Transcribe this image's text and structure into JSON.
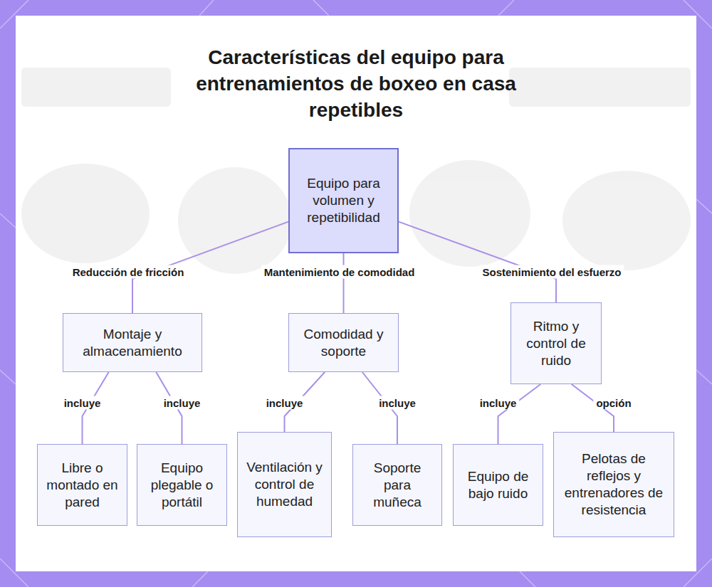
{
  "diagram": {
    "title": "Características del equipo para entrenamientos de boxeo en casa repetibles",
    "nodes": [
      {
        "text": [
          "Equipo para volumen y repetibilidad"
        ]
      },
      {
        "text": [
          "Montaje y almacenamiento"
        ]
      },
      {
        "text": [
          "Comodidad y soporte"
        ]
      },
      {
        "text": [
          "Ritmo y control de ruido"
        ]
      },
      {
        "text": [
          "Libre o montado en pared"
        ]
      },
      {
        "text": [
          "Equipo plegable o portátil"
        ]
      },
      {
        "text": [
          "Ventilación y control de humedad"
        ]
      },
      {
        "text": [
          "Soporte para muñeca"
        ]
      },
      {
        "text": [
          "Equipo de bajo ruido"
        ]
      },
      {
        "text": [
          "Pelotas de reflejos y entrenadores de resistencia"
        ]
      }
    ],
    "edges": [
      {
        "from": 0,
        "to": 1,
        "label": "Reducción de fricción",
        "arrow": "none"
      },
      {
        "from": 0,
        "to": 2,
        "label": "Mantenimiento de comodidad",
        "arrow": "none"
      },
      {
        "from": 0,
        "to": 3,
        "label": "Sostenimiento del esfuerzo",
        "arrow": "none"
      },
      {
        "from": 1,
        "to": 4,
        "label": "incluye",
        "arrow": "none"
      },
      {
        "from": 1,
        "to": 5,
        "label": "incluye",
        "arrow": "none"
      },
      {
        "from": 2,
        "to": 6,
        "label": "incluye",
        "arrow": "none"
      },
      {
        "from": 2,
        "to": 7,
        "label": "incluye",
        "arrow": "none"
      },
      {
        "from": 3,
        "to": 8,
        "label": "incluye",
        "arrow": "none"
      },
      {
        "from": 3,
        "to": 9,
        "label": "opción",
        "arrow": "none"
      }
    ]
  }
}
